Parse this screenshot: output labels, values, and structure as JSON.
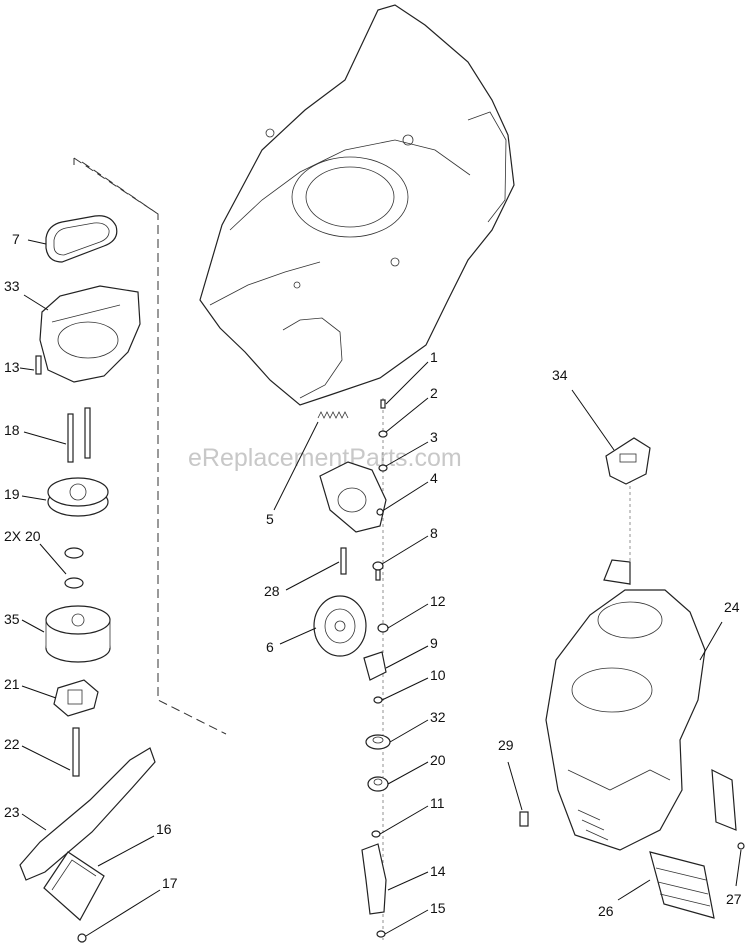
{
  "watermark": "eReplacementParts.com",
  "callouts": {
    "c1": "1",
    "c2": "2",
    "c3": "3",
    "c4": "4",
    "c5": "5",
    "c6": "6",
    "c7": "7",
    "c8": "8",
    "c9": "9",
    "c10": "10",
    "c11": "11",
    "c12": "12",
    "c13": "13",
    "c14": "14",
    "c15": "15",
    "c16": "16",
    "c17": "17",
    "c18": "18",
    "c19": "19",
    "c20a": "2X 20",
    "c20b": "20",
    "c21": "21",
    "c22": "22",
    "c23": "23",
    "c24": "24",
    "c26": "26",
    "c27": "27",
    "c28": "28",
    "c29": "29",
    "c32": "32",
    "c33": "33",
    "c34": "34",
    "c35": "35"
  },
  "colors": {
    "line": "#222222",
    "background": "#ffffff",
    "watermark": "#c8c8c8"
  }
}
